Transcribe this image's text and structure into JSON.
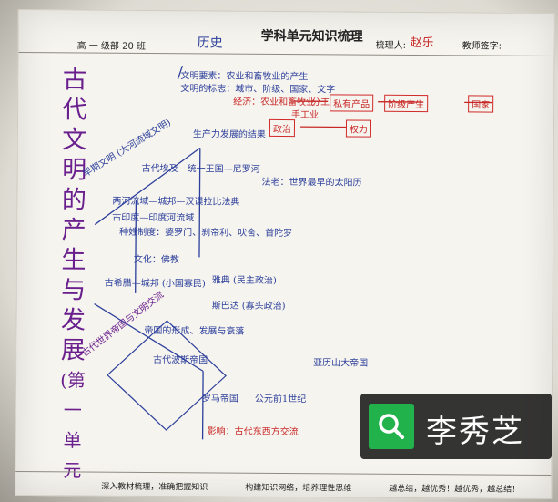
{
  "header": {
    "grade": "高 一 级部 20 班",
    "subject": "历史",
    "title": "学科单元知识梳理",
    "organizer_label": "梳理人:",
    "organizer": "赵乐",
    "teacher_label": "教师签字:"
  },
  "vertical_title": [
    "古",
    "代",
    "文",
    "明",
    "的",
    "产",
    "生",
    "与",
    "发",
    "展",
    "(第",
    "一",
    "单",
    "元",
    ")"
  ],
  "top": {
    "elements_line1": "文明要素：农业和畜牧业的产生",
    "elements_line2": "文明的标志：城市、阶级、国家、文字",
    "jingji": "经济：农业和畜牧业",
    "shouye": "手工业",
    "fengong": "分工",
    "siyou": "私有产品",
    "jieji": "阶级产生",
    "guojia": "国家",
    "zhengzhi": "政治",
    "quanli": "权力",
    "shengchan": "生产力发展的结果"
  },
  "branch1": {
    "label": "早期文明 (大河流域文明)",
    "egypt": "古代埃及—统一王国—尼罗河",
    "egypt2": "法老：世界最早的太阳历",
    "mesop": "两河流域—城邦—汉谟拉比法典",
    "india": "古印度—印度河流域",
    "india2": "种姓制度：婆罗门、刹帝利、吠舍、首陀罗",
    "china": "文化：佛教",
    "greece": "古希腊—城邦 (小国寡民)",
    "greece2": "雅典 (民主政治)",
    "greece3": "斯巴达 (寡头政治)"
  },
  "branch2": {
    "label": "古代世界帝国与文明交流",
    "persian": "古代波斯帝国",
    "alexander": "亚历山大帝国",
    "roman": "罗马帝国",
    "roman2": "公元前1世纪",
    "note1": "影响：古代东西方交流",
    "note2": "帝国的形成、发展与衰落"
  },
  "footer": {
    "left": "深入教材梳理，准确把握知识",
    "center": "构建知识网络，培养理性思维",
    "right": "越总结，越优秀！越优秀，越总结！"
  },
  "watermark": {
    "name": "李秀芝",
    "icon": "search-icon"
  },
  "colors": {
    "red_ink": "#c82727",
    "blue_ink": "#2c3f9c",
    "purple_ink": "#6a1f8e",
    "pink_ink": "#d23a78",
    "watermark_green": "#22b24c"
  }
}
